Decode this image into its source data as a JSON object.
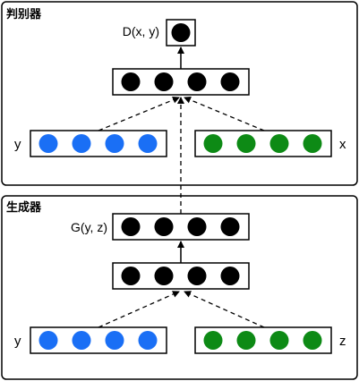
{
  "discriminator": {
    "title": "判别器",
    "output_label": "D(x, y)",
    "input_left_label": "y",
    "input_right_label": "x"
  },
  "generator": {
    "title": "生成器",
    "output_label": "G(y, z)",
    "input_left_label": "y",
    "input_right_label": "z"
  },
  "colors": {
    "blue_node": "#1a6ff5",
    "green_node": "#0d8a15",
    "black_node": "#000000",
    "outline": "#000000"
  },
  "icons": {
    "node": "filled-circle",
    "arrow": "arrow-up"
  }
}
